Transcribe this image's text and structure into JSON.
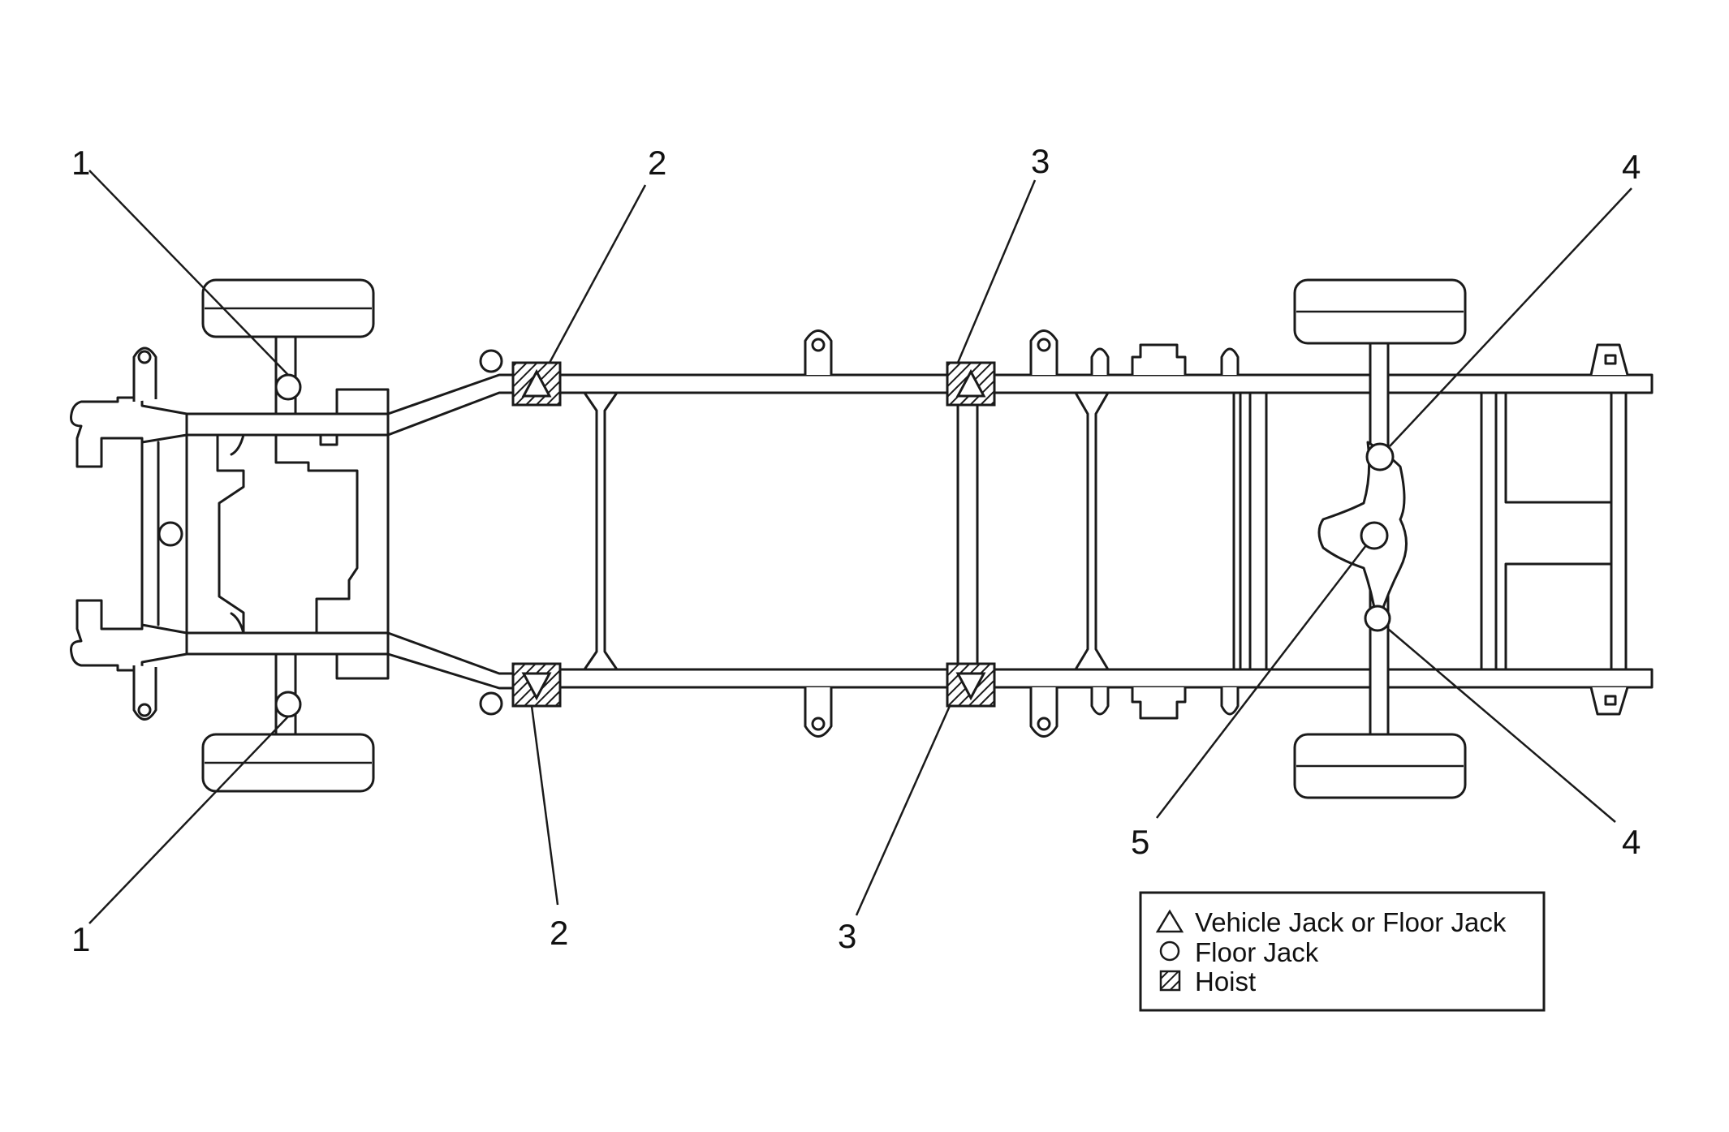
{
  "figure": {
    "callouts": [
      {
        "id": "c1a",
        "label": "1"
      },
      {
        "id": "c1b",
        "label": "1"
      },
      {
        "id": "c2a",
        "label": "2"
      },
      {
        "id": "c2b",
        "label": "2"
      },
      {
        "id": "c3a",
        "label": "3"
      },
      {
        "id": "c3b",
        "label": "3"
      },
      {
        "id": "c4a",
        "label": "4"
      },
      {
        "id": "c4b",
        "label": "4"
      },
      {
        "id": "c5",
        "label": "5"
      }
    ],
    "legend": {
      "items": [
        {
          "symbol": "triangle-icon",
          "label": "Vehicle Jack or Floor Jack"
        },
        {
          "symbol": "circle-icon",
          "label": "Floor Jack"
        },
        {
          "symbol": "hatched-square-icon",
          "label": "Hoist"
        }
      ]
    },
    "colors": {
      "line": "#1a1a1a",
      "background": "#ffffff"
    }
  }
}
